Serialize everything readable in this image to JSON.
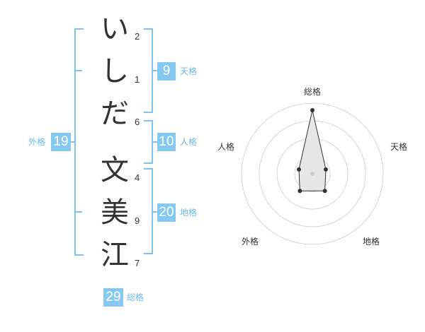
{
  "name_chars": [
    {
      "char": "い",
      "strokes": "2"
    },
    {
      "char": "し",
      "strokes": "1"
    },
    {
      "char": "だ",
      "strokes": "6"
    },
    {
      "char": "文",
      "strokes": "4"
    },
    {
      "char": "美",
      "strokes": "9"
    },
    {
      "char": "江",
      "strokes": "7"
    }
  ],
  "kakusu": {
    "tenkaku": {
      "label": "天格",
      "value": "9"
    },
    "jinkaku": {
      "label": "人格",
      "value": "10"
    },
    "chikaku": {
      "label": "地格",
      "value": "20"
    },
    "gaikaku": {
      "label": "外格",
      "value": "19"
    },
    "soukaku": {
      "label": "総格",
      "value": "29"
    }
  },
  "radar": {
    "labels": {
      "top": "総格",
      "right": "天格",
      "bottom_right": "地格",
      "bottom_left": "外格",
      "left": "人格"
    },
    "colors": {
      "accent": "#85c9f0",
      "ring": "#cccccc",
      "fill": "#e6e6e6",
      "line": "#333333"
    }
  },
  "chart_data": {
    "type": "radar",
    "axes": [
      "総格",
      "天格",
      "地格",
      "外格",
      "人格"
    ],
    "values": [
      4.5,
      1.0,
      1.5,
      1.5,
      1.0
    ],
    "rmax": 5,
    "rings": 4
  }
}
